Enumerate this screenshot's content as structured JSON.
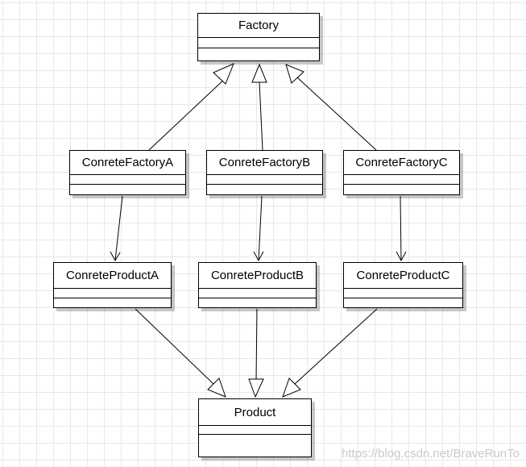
{
  "diagram": {
    "classes": {
      "factory": {
        "name": "Factory"
      },
      "concrete_factory_a": {
        "name": "ConreteFactoryA"
      },
      "concrete_factory_b": {
        "name": "ConreteFactoryB"
      },
      "concrete_factory_c": {
        "name": "ConreteFactoryC"
      },
      "concrete_product_a": {
        "name": "ConreteProductA"
      },
      "concrete_product_b": {
        "name": "ConreteProductB"
      },
      "concrete_product_c": {
        "name": "ConreteProductC"
      },
      "product": {
        "name": "Product"
      }
    },
    "relationships": [
      {
        "from": "ConreteFactoryA",
        "to": "Factory",
        "type": "generalization"
      },
      {
        "from": "ConreteFactoryB",
        "to": "Factory",
        "type": "generalization"
      },
      {
        "from": "ConreteFactoryC",
        "to": "Factory",
        "type": "generalization"
      },
      {
        "from": "ConreteFactoryA",
        "to": "ConreteProductA",
        "type": "association"
      },
      {
        "from": "ConreteFactoryB",
        "to": "ConreteProductB",
        "type": "association"
      },
      {
        "from": "ConreteFactoryC",
        "to": "ConreteProductC",
        "type": "association"
      },
      {
        "from": "ConreteProductA",
        "to": "Product",
        "type": "generalization"
      },
      {
        "from": "ConreteProductB",
        "to": "Product",
        "type": "generalization"
      },
      {
        "from": "ConreteProductC",
        "to": "Product",
        "type": "generalization"
      }
    ]
  },
  "watermark": "https://blog.csdn.net/BraveRunTo"
}
